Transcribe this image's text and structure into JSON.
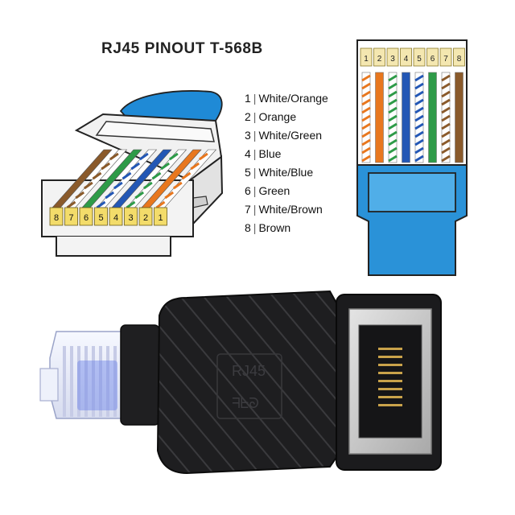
{
  "title": "RJ45 PINOUT  T-568B",
  "pins": [
    {
      "number": "1",
      "name": "White/Orange",
      "color": "#e8771e",
      "striped": true
    },
    {
      "number": "2",
      "name": "Orange",
      "color": "#e8771e",
      "striped": false
    },
    {
      "number": "3",
      "name": "White/Green",
      "color": "#2e9b48",
      "striped": true
    },
    {
      "number": "4",
      "name": "Blue",
      "color": "#2357b5",
      "striped": false
    },
    {
      "number": "5",
      "name": "White/Blue",
      "color": "#2357b5",
      "striped": true
    },
    {
      "number": "6",
      "name": "Green",
      "color": "#2e9b48",
      "striped": false
    },
    {
      "number": "7",
      "name": "White/Brown",
      "color": "#8a5a2b",
      "striped": true
    },
    {
      "number": "8",
      "name": "Brown",
      "color": "#8a5a2b",
      "striped": false
    }
  ],
  "separator": "|",
  "adapter": {
    "body_text_line1": "RJ45",
    "body_text_line2": "ᖷᖶᘐ",
    "colors": {
      "body": "#1d1d1f",
      "boot": "#4a90e2",
      "jack_metal": "#c8c8c8"
    }
  }
}
